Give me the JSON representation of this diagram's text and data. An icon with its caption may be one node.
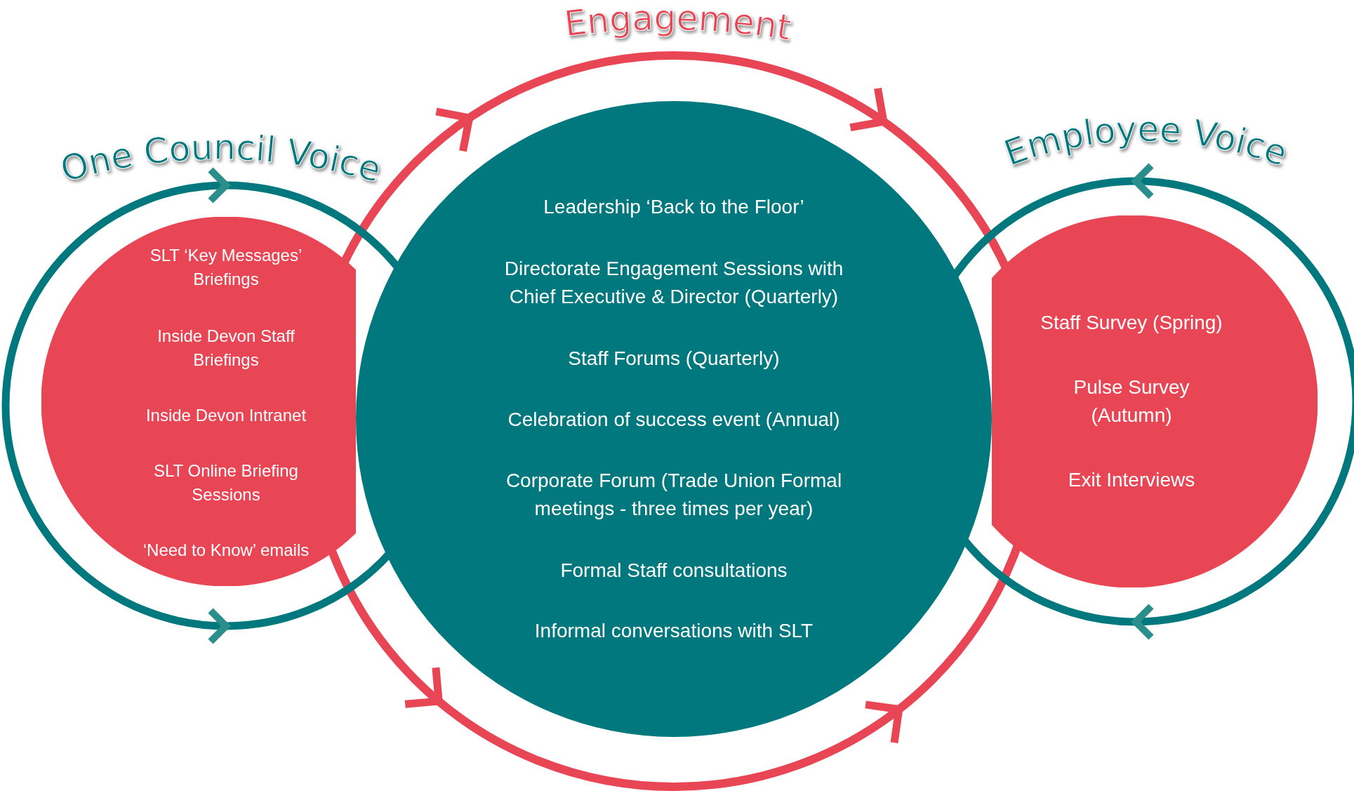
{
  "diagram": {
    "nodes": [
      {
        "text": [
          "SLT ‘Key Messages’ Briefings",
          "Inside Devon Staff Briefings",
          "Inside Devon Intranet",
          "SLT Online Briefing Sessions",
          "‘Need to Know’ emails"
        ]
      },
      {
        "text": [
          "Leadership ‘Back to the Floor’",
          "Directorate Engagement Sessions with Chief Executive & Director (Quarterly)",
          "Staff Forums (Quarterly)",
          "Celebration of success event (Annual)",
          "Corporate Forum (Trade Union Formal meetings - three times per year)",
          "Formal Staff consultations",
          "Informal conversations with SLT"
        ]
      },
      {
        "text": [
          "Staff Survey (Spring)",
          "Pulse Survey (Autumn)",
          "Exit Interviews"
        ]
      }
    ],
    "labels": [
      "Engagement",
      "One Council Voice",
      "Employee Voice"
    ]
  }
}
